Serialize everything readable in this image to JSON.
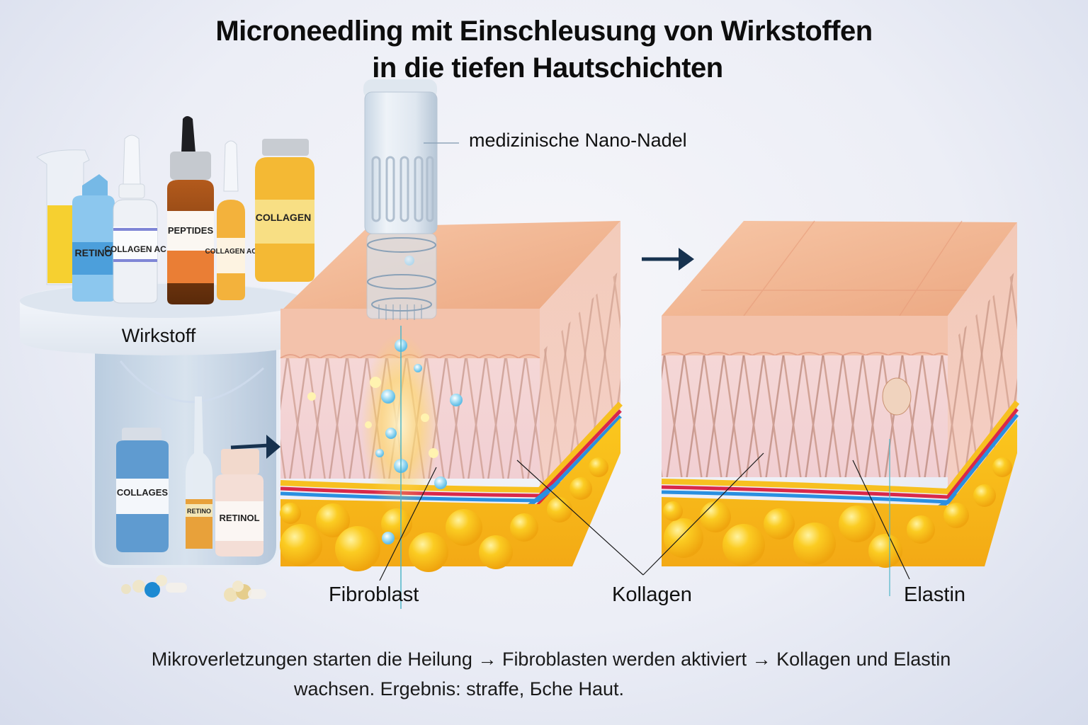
{
  "title": {
    "line1": "Microneedling mit Einschleusung von Wirkstoffen",
    "line2": "in die tiefen Hautschichten"
  },
  "needle": {
    "label": "medizinische Nano-Nadel"
  },
  "ingredients": {
    "platform_label": "Wirkstoff",
    "top_shelf_bottles": [
      "RETINO",
      "COLLAGEN AC",
      "PEPTIDES",
      "COLLAGEN AC",
      "COLLAGEN"
    ],
    "container_bottles": [
      "COLLAGES",
      "RETINO",
      "RETINOL"
    ]
  },
  "annotations": {
    "fibroblast": "Fibroblast",
    "collagen": "Kollagen",
    "elastin": "Elastin"
  },
  "caption": {
    "line1": "Mikroverletzungen starten die Heilung → Fibroblasten werden aktiviert → Kollagen und Elastin",
    "line2": "wachsen. Ergebnis: straffe, Бche Haut."
  },
  "colors": {
    "skin_top": "#f2b893",
    "dermis": "#f7d6d2",
    "fat": "#f8c018",
    "arrow": "#17324f",
    "vessel_blue": "#2a8fe0",
    "vessel_red": "#e0283c"
  }
}
